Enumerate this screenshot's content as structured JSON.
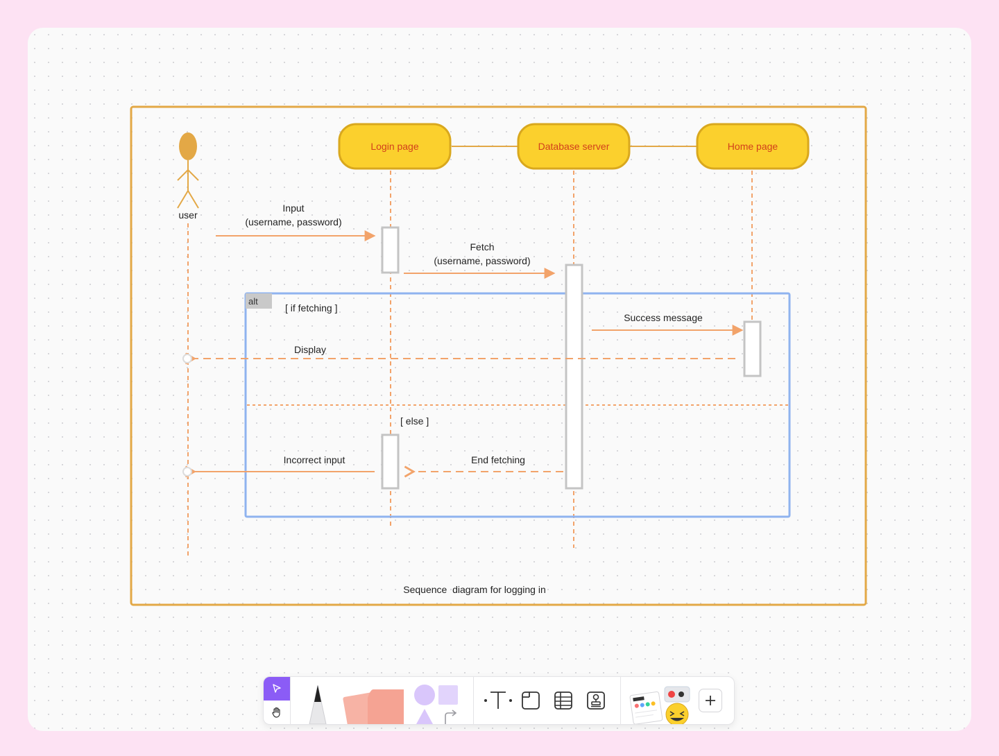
{
  "diagram": {
    "actor": {
      "label": "user"
    },
    "lifelines": [
      {
        "label": "Login page"
      },
      {
        "label": "Database server"
      },
      {
        "label": "Home page"
      }
    ],
    "messages": {
      "input_line1": "Input",
      "input_line2": "(username, password)",
      "fetch_line1": "Fetch",
      "fetch_line2": "(username, password)",
      "success": "Success message",
      "display": "Display",
      "incorrect": "Incorrect input",
      "end_fetching": "End fetching"
    },
    "alt_fragment": {
      "tag": "alt",
      "guard_if": "[ if fetching ]",
      "guard_else": "[ else ]"
    },
    "caption": "Sequence  diagram for logging in",
    "colors": {
      "frame": "#e3a846",
      "node_fill": "#fbd02d",
      "node_border": "#d9a81e",
      "node_text": "#d2401c",
      "arrow": "#f2a36a",
      "lifeline": "#f2a36a",
      "alt_border": "#8fb3ef",
      "activation": "#c4c4c4",
      "actor": "#e3a846"
    }
  },
  "toolbar": {
    "tools": [
      "select",
      "hand",
      "pen",
      "sticky-note",
      "shapes",
      "text",
      "frame",
      "table",
      "stamp",
      "templates",
      "add"
    ],
    "accent": "#8b5cf6"
  }
}
